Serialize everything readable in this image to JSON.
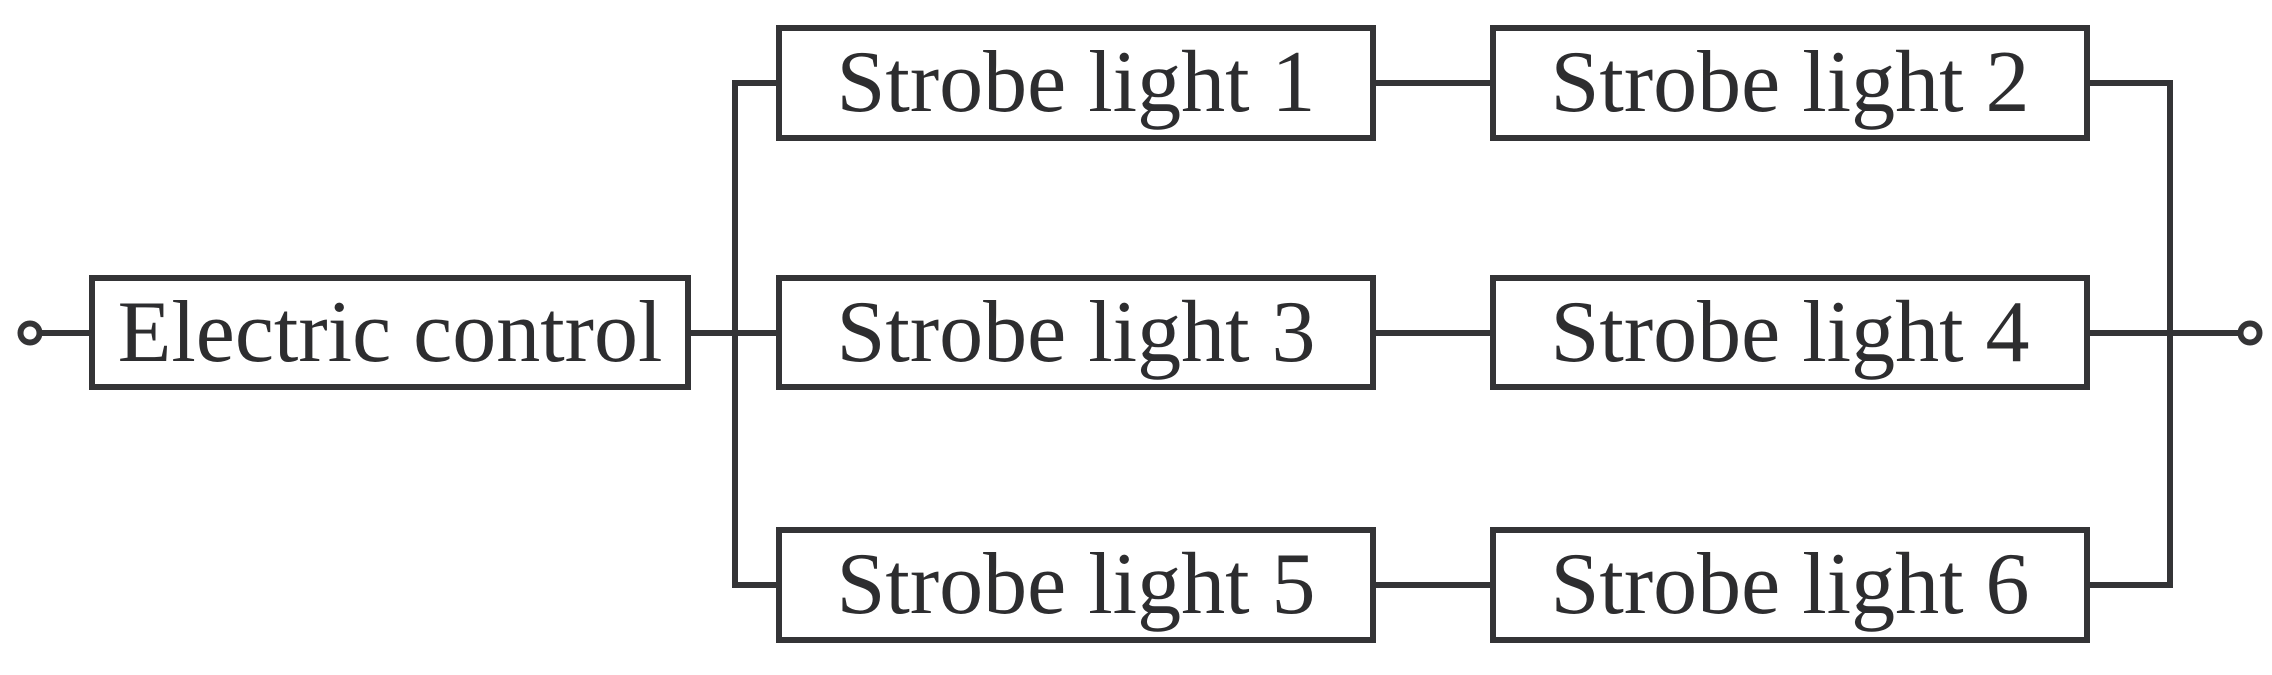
{
  "diagram": {
    "type": "circuit-block-diagram",
    "colors": {
      "line": "#343436",
      "text": "#2d2d2f",
      "background": "#ffffff"
    },
    "nodes": [
      {
        "id": "electric-control",
        "label": "Electric control"
      },
      {
        "id": "strobe-light-1",
        "label": "Strobe light 1"
      },
      {
        "id": "strobe-light-2",
        "label": "Strobe light 2"
      },
      {
        "id": "strobe-light-3",
        "label": "Strobe light 3"
      },
      {
        "id": "strobe-light-4",
        "label": "Strobe light 4"
      },
      {
        "id": "strobe-light-5",
        "label": "Strobe light 5"
      },
      {
        "id": "strobe-light-6",
        "label": "Strobe light 6"
      }
    ],
    "terminals": [
      {
        "id": "input-terminal",
        "side": "left"
      },
      {
        "id": "output-terminal",
        "side": "right"
      }
    ],
    "connections": [
      {
        "from": "input-terminal",
        "to": "electric-control",
        "type": "wire"
      },
      {
        "from": "electric-control",
        "to": "strobe-light-1",
        "type": "parallel-branch"
      },
      {
        "from": "electric-control",
        "to": "strobe-light-3",
        "type": "parallel-branch"
      },
      {
        "from": "electric-control",
        "to": "strobe-light-5",
        "type": "parallel-branch"
      },
      {
        "from": "strobe-light-1",
        "to": "strobe-light-2",
        "type": "series"
      },
      {
        "from": "strobe-light-3",
        "to": "strobe-light-4",
        "type": "series"
      },
      {
        "from": "strobe-light-5",
        "to": "strobe-light-6",
        "type": "series"
      },
      {
        "from": "strobe-light-2",
        "to": "output-terminal",
        "type": "parallel-merge"
      },
      {
        "from": "strobe-light-4",
        "to": "output-terminal",
        "type": "parallel-merge"
      },
      {
        "from": "strobe-light-6",
        "to": "output-terminal",
        "type": "parallel-merge"
      }
    ]
  }
}
